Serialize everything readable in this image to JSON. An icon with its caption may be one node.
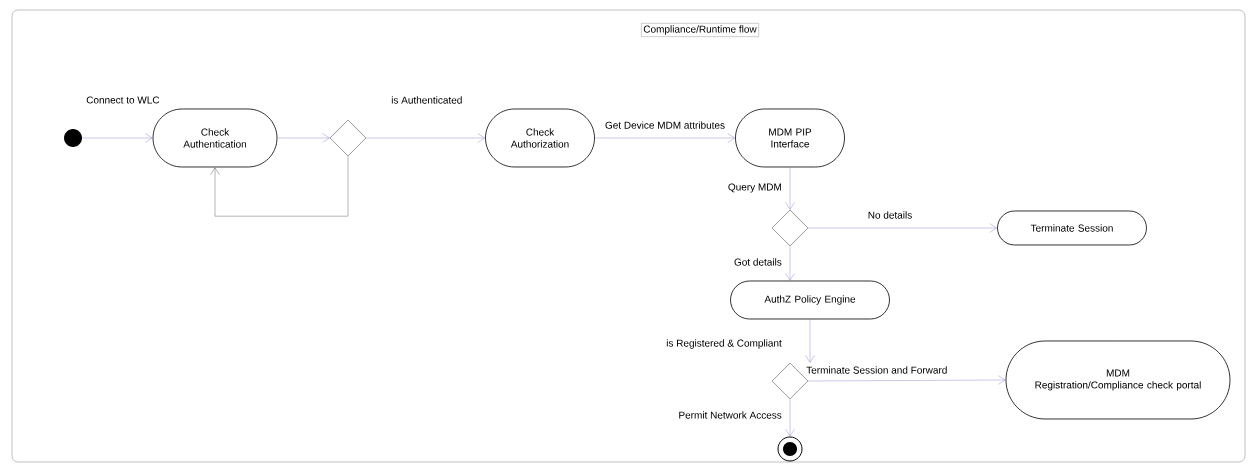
{
  "diagram": {
    "title": "Compliance/Runtime flow",
    "nodes": [
      {
        "text": [],
        "shape": "circle"
      },
      {
        "text": [
          "Check Authentication"
        ]
      },
      {
        "text": [],
        "shape": "diamond"
      },
      {
        "text": [
          "Check Authorization"
        ]
      },
      {
        "text": [
          "MDM PIP Interface"
        ]
      },
      {
        "text": [],
        "shape": "diamond"
      },
      {
        "text": [
          "Terminate Session"
        ]
      },
      {
        "text": [
          "AuthZ Policy Engine"
        ]
      },
      {
        "text": [],
        "shape": "diamond"
      },
      {
        "text": [
          "MDM",
          "Registration/Compliance check portal"
        ]
      },
      {
        "text": [],
        "shape": "circle"
      }
    ],
    "edges": [
      {
        "from": 0,
        "to": 1,
        "arrow": "to",
        "label": "Connect to WLC"
      },
      {
        "from": 1,
        "to": 2,
        "arrow": "to"
      },
      {
        "from": 2,
        "to": 1,
        "arrow": "to",
        "color": "#444444"
      },
      {
        "from": 2,
        "to": 3,
        "arrow": "to",
        "label": "is Authenticated"
      },
      {
        "from": 3,
        "to": 4,
        "arrow": "to",
        "label": "Get Device MDM attributes"
      },
      {
        "from": 4,
        "to": 5,
        "arrow": "to",
        "label": "Query MDM"
      },
      {
        "from": 5,
        "to": 6,
        "arrow": "to",
        "label": "No details"
      },
      {
        "from": 5,
        "to": 7,
        "arrow": "to",
        "label": "Got details"
      },
      {
        "from": 7,
        "to": 8,
        "arrow": "to",
        "label": "is Registered & Compliant"
      },
      {
        "from": 8,
        "to": 9,
        "arrow": "to",
        "label": "Terminate Session and Forward"
      },
      {
        "from": 8,
        "to": 10,
        "arrow": "to",
        "label": "Permit Network Access"
      }
    ]
  }
}
